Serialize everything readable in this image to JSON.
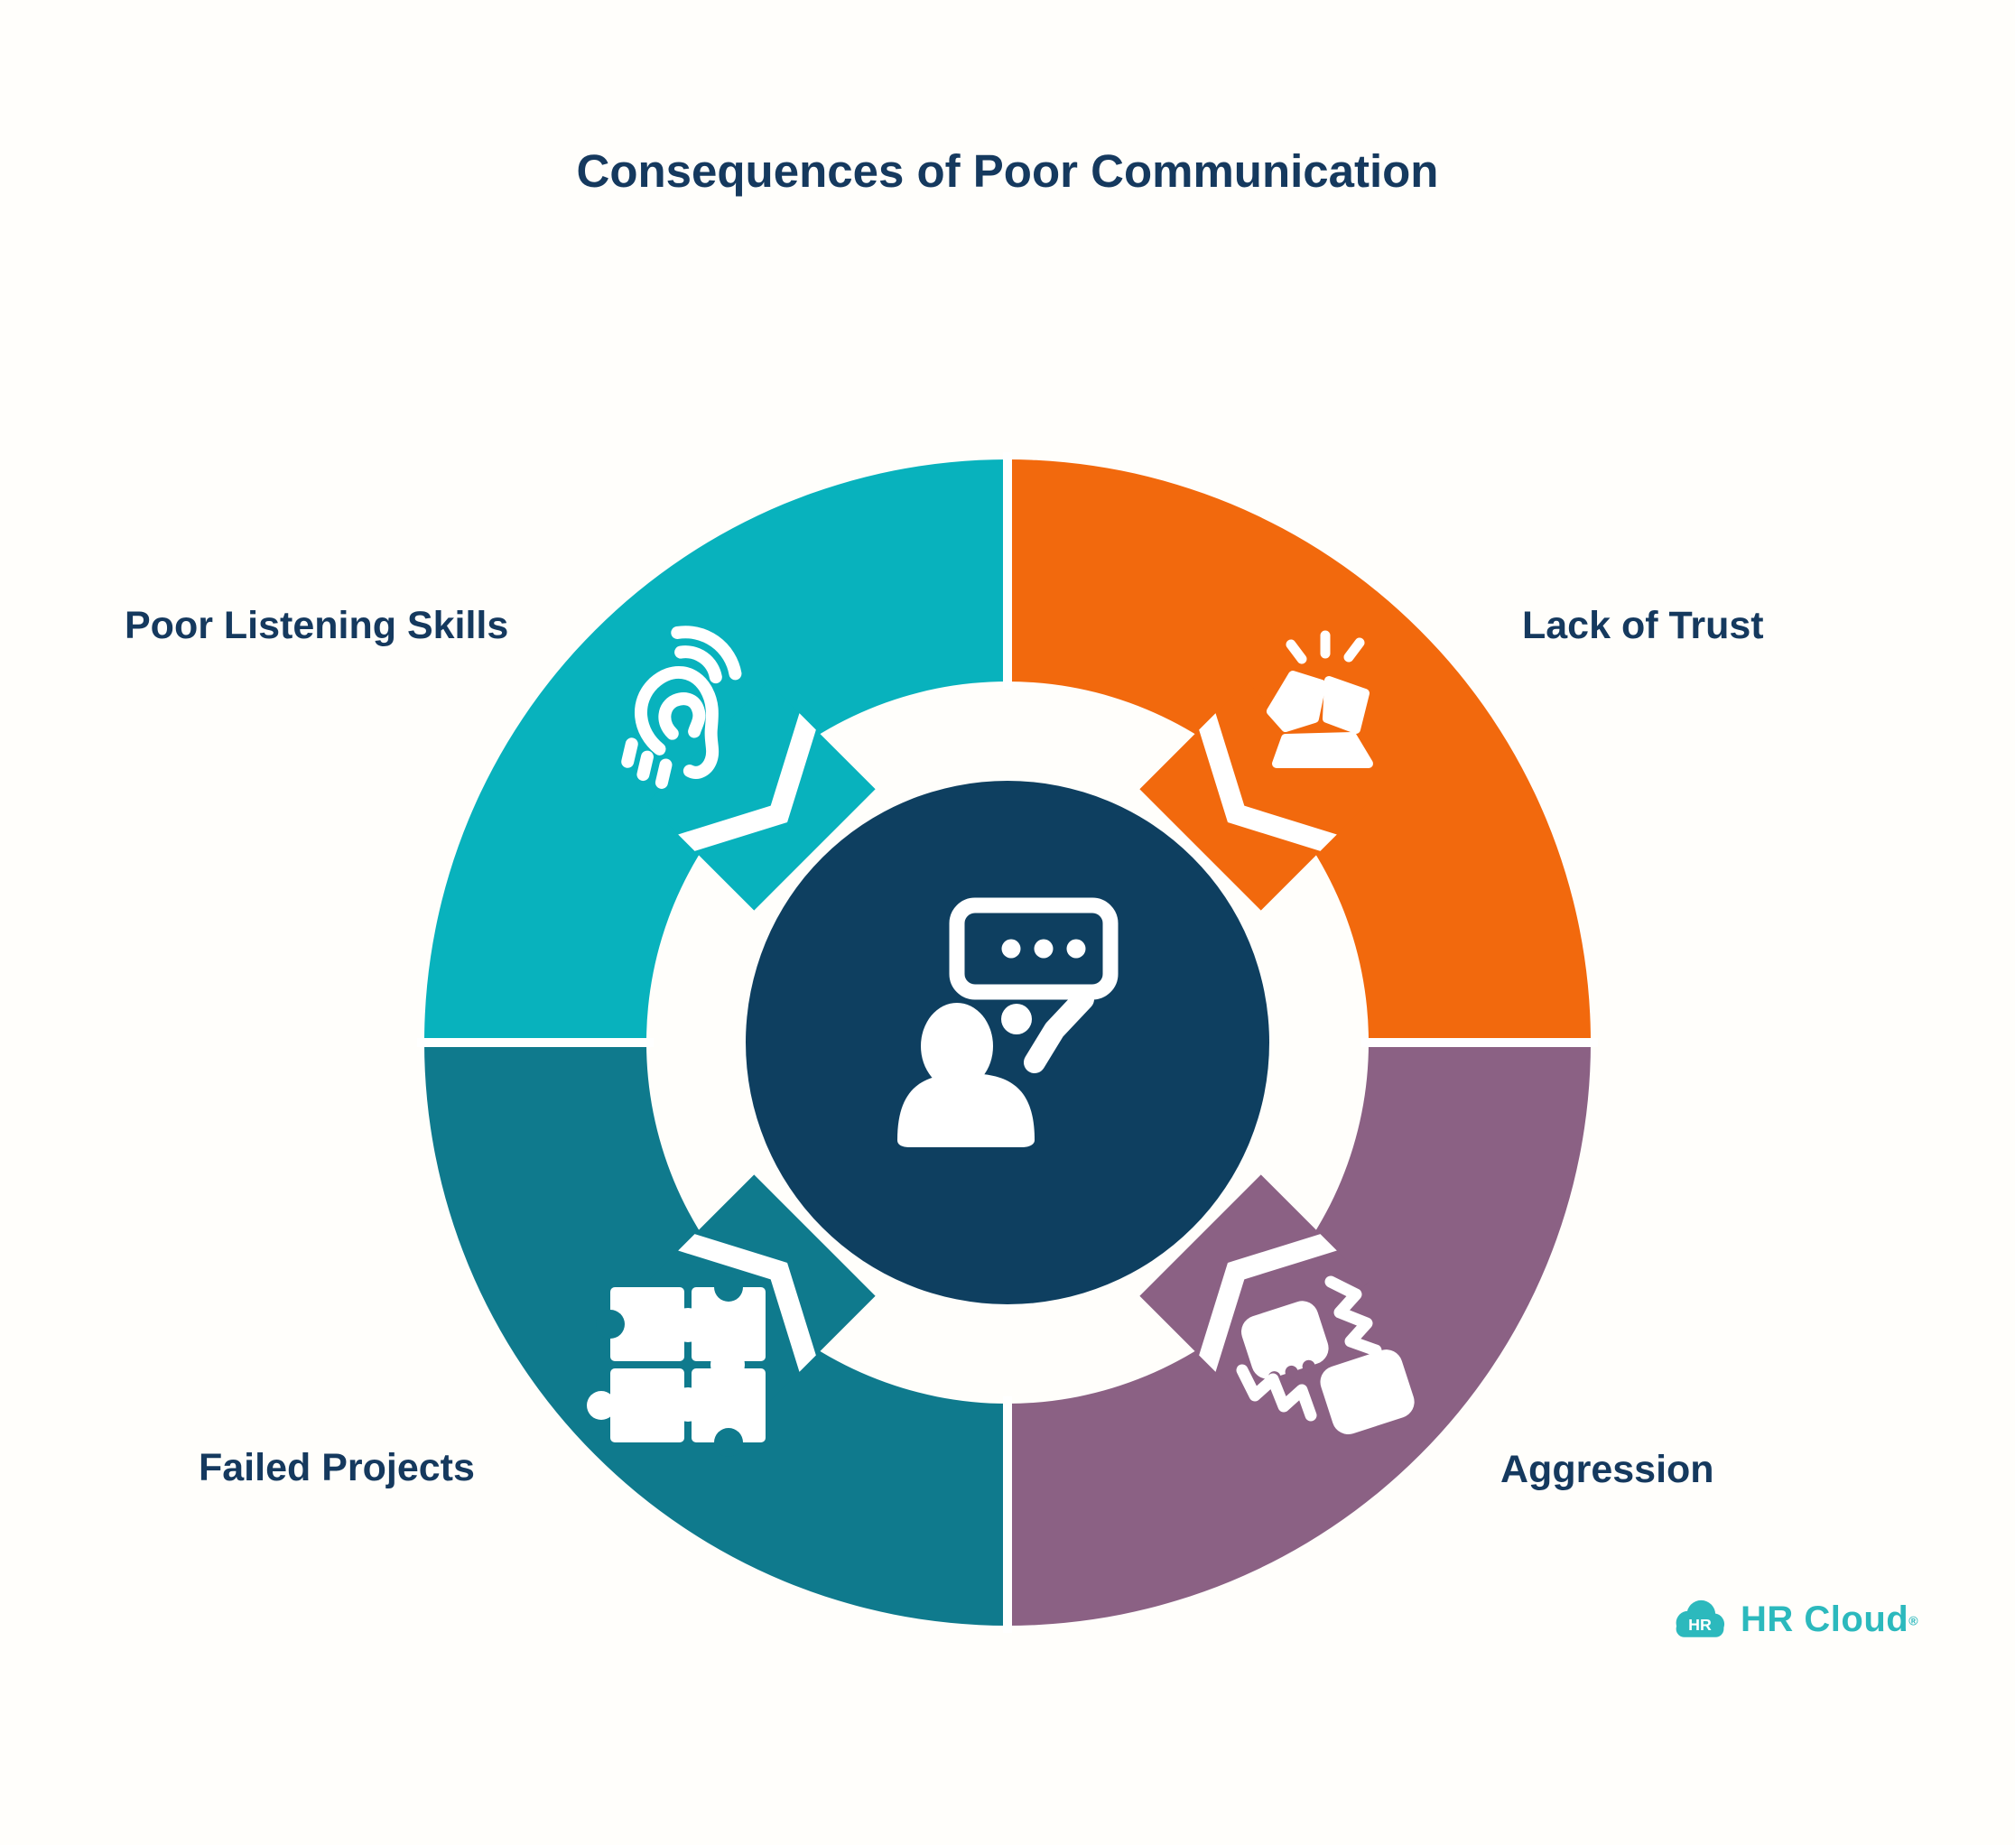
{
  "title": "Consequences of Poor Communication",
  "colors": {
    "background": "#FFFEFB",
    "teal": "#08B2BD",
    "orange": "#F2690D",
    "purple": "#8B6184",
    "dark_teal": "#0F7A8D",
    "navy": "#0E3F60",
    "text": "#15395E",
    "logo_teal": "#2CB9BD"
  },
  "diagram": {
    "type": "four-segment-cycle",
    "center_icon": "person-speech-bubble",
    "segments": [
      {
        "position": "top-left",
        "label": "Poor Listening Skills",
        "color": "#08B2BD",
        "icon": "ear-sound-waves"
      },
      {
        "position": "top-right",
        "label": "Lack of Trust",
        "color": "#F2690D",
        "icon": "broken-trust"
      },
      {
        "position": "bottom-right",
        "label": "Aggression",
        "color": "#8B6184",
        "icon": "colliding-fists"
      },
      {
        "position": "bottom-left",
        "label": "Failed Projects",
        "color": "#0F7A8D",
        "icon": "puzzle-pieces"
      }
    ]
  },
  "logo": {
    "badge": "HR",
    "wordmark": "HR Cloud",
    "registered": "®"
  }
}
